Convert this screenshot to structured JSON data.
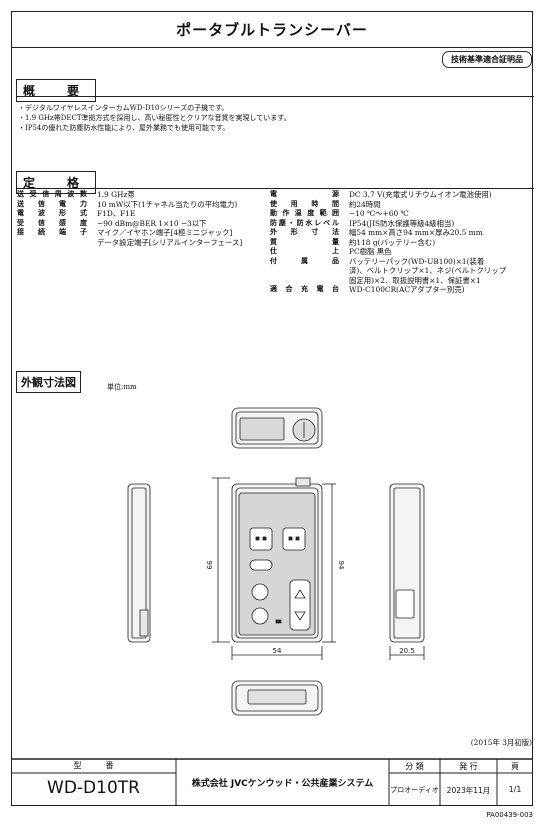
{
  "title": "ポータブルトランシーバー",
  "cert_badge": "技術基準適合証明品",
  "overview": {
    "heading": "概　要",
    "bullets": [
      "・デジタルワイヤレスインターカムWD-D10シリーズの子機です。",
      "・1.9 GHz帯DECT準拠方式を採用し、高い秘匿性とクリアな音質を実現しています。",
      "・IP54の優れた防塵防水性能により、屋外業務でも使用可能です。"
    ]
  },
  "specs": {
    "heading": "定　格",
    "left": [
      {
        "label": "送受信周波数",
        "value": "1.9 GHz帯"
      },
      {
        "label": "送信電力",
        "value": "10 mW以下(1チャネル当たりの平均電力)"
      },
      {
        "label": "電波形式",
        "value": "F1D、F1E"
      },
      {
        "label": "受信感度",
        "value": "−90 dBm@BER 1×10 −3以下"
      },
      {
        "label": "接続端子",
        "value": "マイク／イヤホン端子[4極ミニジャック]"
      },
      {
        "label": "",
        "value": "データ設定端子[シリアルインターフェース]"
      }
    ],
    "right": [
      {
        "label": "電源",
        "value": "DC 3.7 V(充電式リチウムイオン電池使用)"
      },
      {
        "label": "使用時間",
        "value": "約24時間"
      },
      {
        "label": "動作温度範囲",
        "value": "−10 ℃〜+60 ℃"
      },
      {
        "label": "防塵・防水レベル",
        "value": "IP54(JIS防水保護等級4級相当)"
      },
      {
        "label": "外形寸法",
        "value": "幅54 mm×高さ94 mm×厚み20.5 mm"
      },
      {
        "label": "質量",
        "value": "約118 g(バッテリー含む)"
      },
      {
        "label": "仕上",
        "value": "PC樹脂 黒色"
      },
      {
        "label": "付属品",
        "value": "バッテリーパック(WD-UB100)×1(装着"
      },
      {
        "label": "",
        "value": "済)、ベルトクリップ×1、ネジ(ベルトクリップ"
      },
      {
        "label": "",
        "value": "固定用)×2、取扱説明書×1、保証書×1"
      },
      {
        "label": "適合充電台",
        "value": "WD-C100CR(ACアダプター別売)"
      }
    ]
  },
  "dimensions": {
    "heading": "外観寸法図",
    "unit": "単位:mm",
    "width_label": "54",
    "height_label": "99",
    "inner_height_label": "94",
    "depth_label": "20.5"
  },
  "edition": "(2015年 3月初版)",
  "footer": {
    "model_header": "型　　　番",
    "model": "WD-D10TR",
    "company": "株式会社 JVCケンウッド・公共産業システム",
    "class_header": "分 類",
    "class_value": "プロオーディオ",
    "date_header": "発 行",
    "date_value": "2023年11月",
    "page_header": "頁",
    "page_value": "1/1"
  },
  "doc_number": "PA00439-003"
}
